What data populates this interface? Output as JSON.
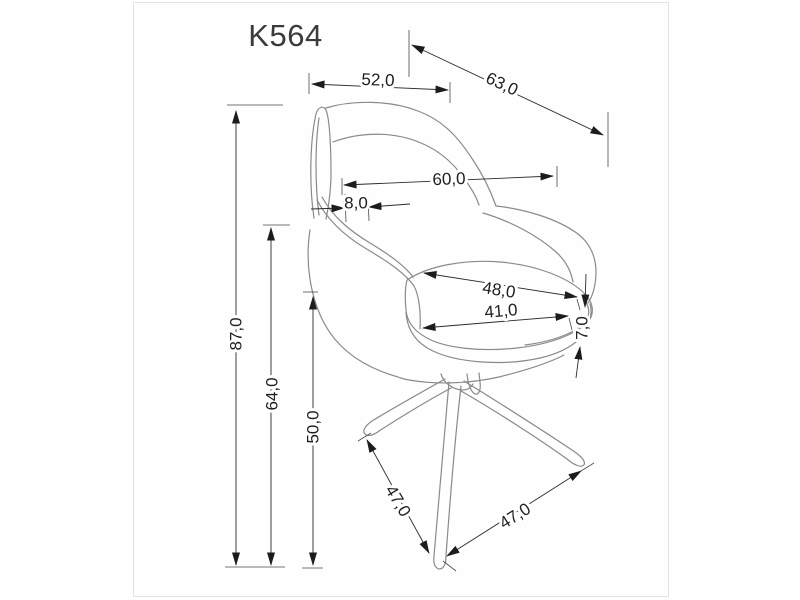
{
  "panel": {
    "background": "#fefefe",
    "border_color": "#e2e2e2"
  },
  "drawing": {
    "title": "K564",
    "colors": {
      "title": "#3b3b3b",
      "chair_line": "#8a8a8a",
      "dimension_line": "#2b2b2b",
      "label": "#1f1f1f"
    },
    "dimensions": {
      "back_top_width": "52,0",
      "total_depth": "63,0",
      "backrest_width": "60,0",
      "armrest_thickness": "8,0",
      "seat_width_outer": "48,0",
      "seat_width_inner": "41,0",
      "seat_edge_height": "7,0",
      "total_height": "87,0",
      "armrest_height": "64,0",
      "seat_height": "50,0",
      "leg_left_length": "47,0",
      "leg_right_length": "47,0"
    }
  }
}
